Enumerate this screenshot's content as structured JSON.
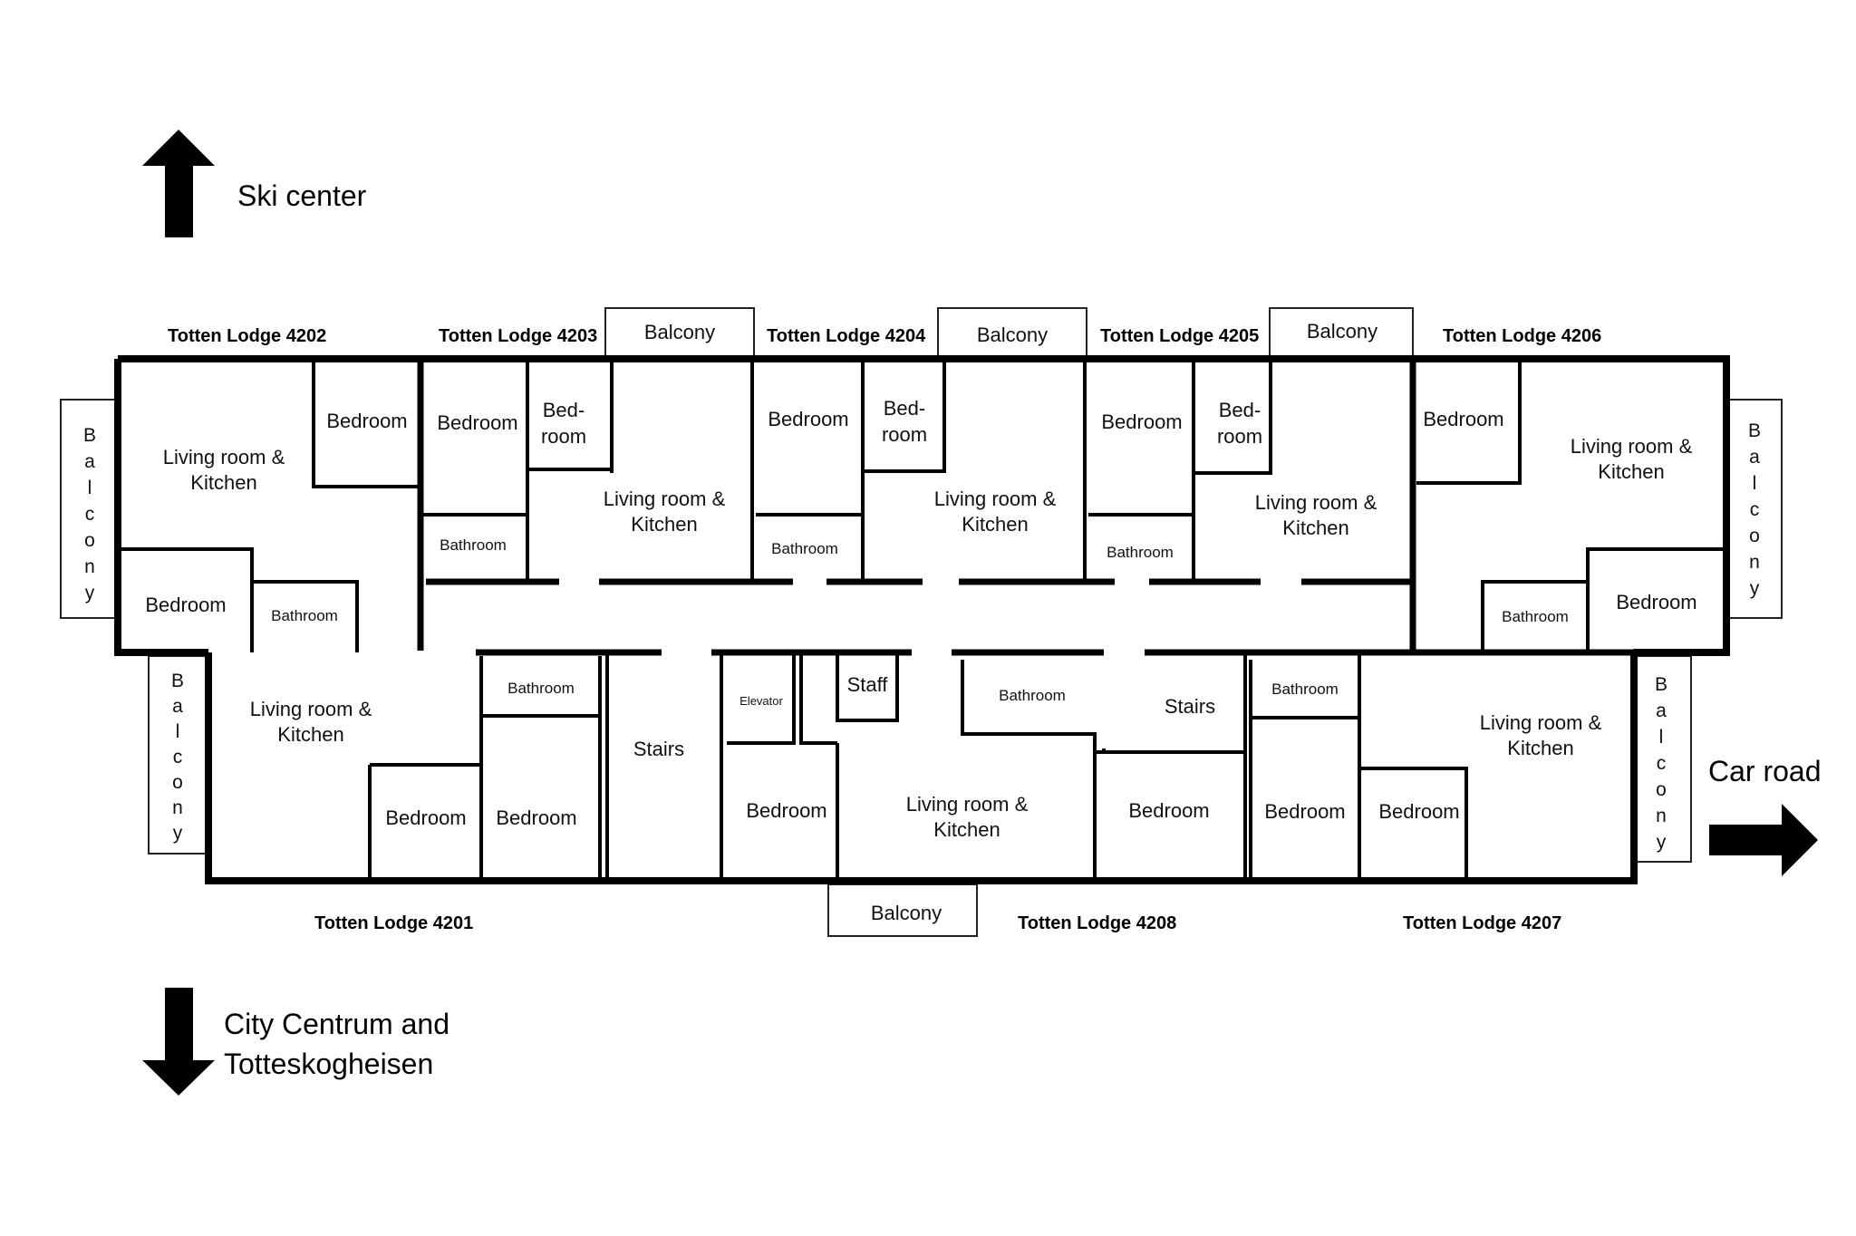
{
  "directions": {
    "ski_center": "Ski center",
    "car_road": "Car road",
    "city_line1": "City Centrum and",
    "city_line2": "Totteskogheisen"
  },
  "units": {
    "u4201": "Totten Lodge 4201",
    "u4202": "Totten Lodge 4202",
    "u4203": "Totten Lodge 4203",
    "u4204": "Totten Lodge 4204",
    "u4205": "Totten Lodge 4205",
    "u4206": "Totten Lodge 4206",
    "u4207": "Totten Lodge 4207",
    "u4208": "Totten Lodge 4208"
  },
  "rooms": {
    "living_kitchen_line1": "Living room &",
    "living_kitchen_line2": "Kitchen",
    "bedroom": "Bedroom",
    "bed_split_line1": "Bed-",
    "bed_split_line2": "room",
    "bathroom": "Bathroom",
    "balcony": "Balcony",
    "stairs": "Stairs",
    "elevator": "Elevator",
    "staff": "Staff"
  }
}
